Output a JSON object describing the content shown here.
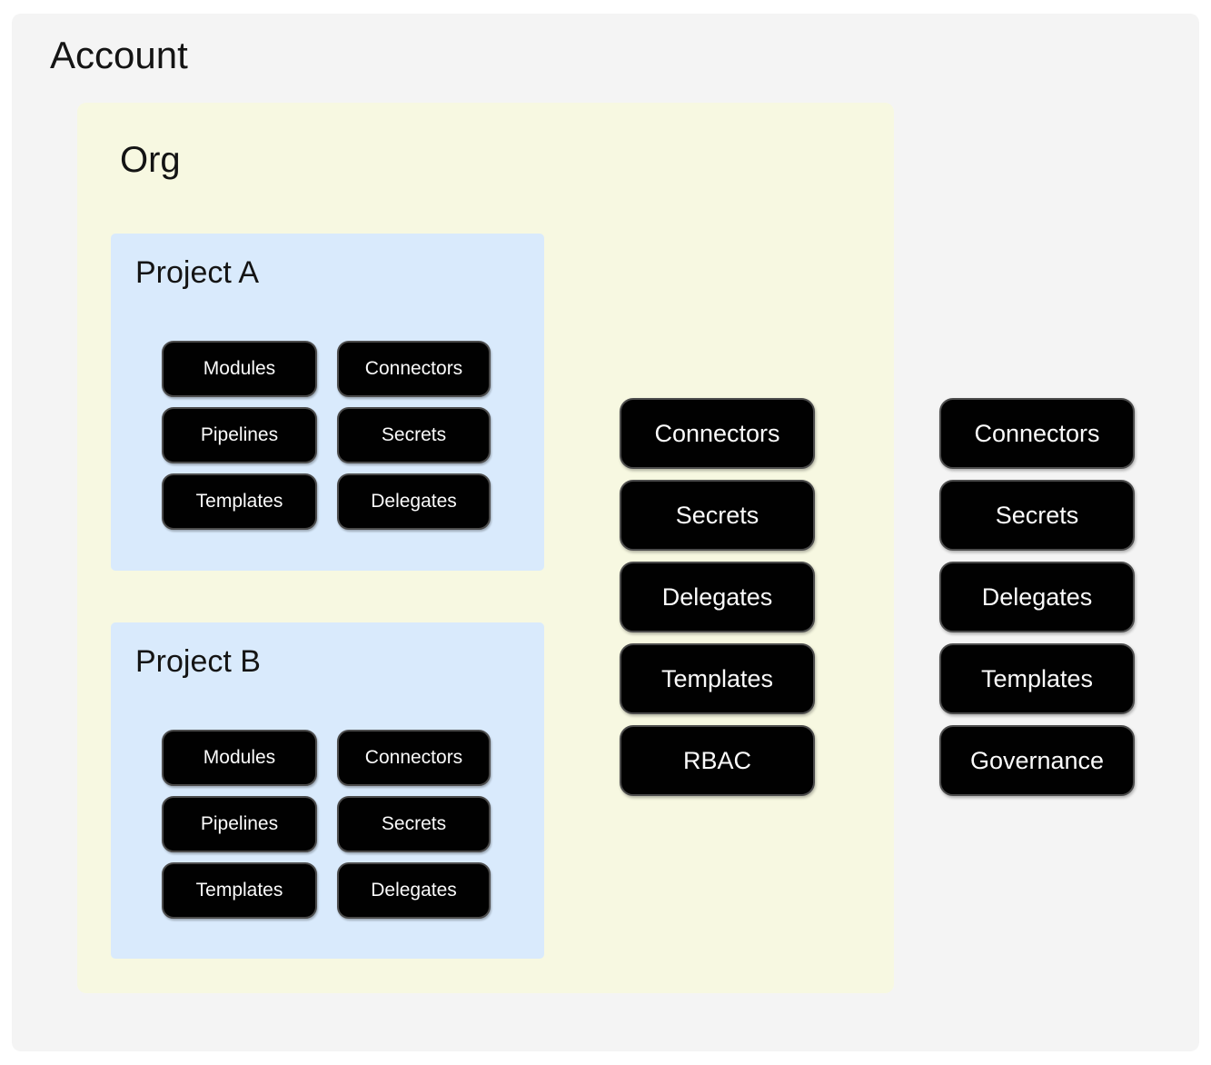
{
  "account": {
    "title": "Account",
    "column": [
      "Connectors",
      "Secrets",
      "Delegates",
      "Templates",
      "Governance"
    ],
    "org": {
      "title": "Org",
      "column": [
        "Connectors",
        "Secrets",
        "Delegates",
        "Templates",
        "RBAC"
      ],
      "projects": [
        {
          "title": "Project A",
          "chips": [
            "Modules",
            "Connectors",
            "Pipelines",
            "Secrets",
            "Templates",
            "Delegates"
          ]
        },
        {
          "title": "Project B",
          "chips": [
            "Modules",
            "Connectors",
            "Pipelines",
            "Secrets",
            "Templates",
            "Delegates"
          ]
        }
      ]
    }
  },
  "colors": {
    "page_bg": "#ffffff",
    "account_bg": "#f4f4f4",
    "org_bg": "#f7f8e1",
    "project_bg": "#d9eafc",
    "node_bg": "#010101",
    "node_border": "#4c4c4c",
    "node_text": "#fbfbfb",
    "title_text": "#141414"
  }
}
